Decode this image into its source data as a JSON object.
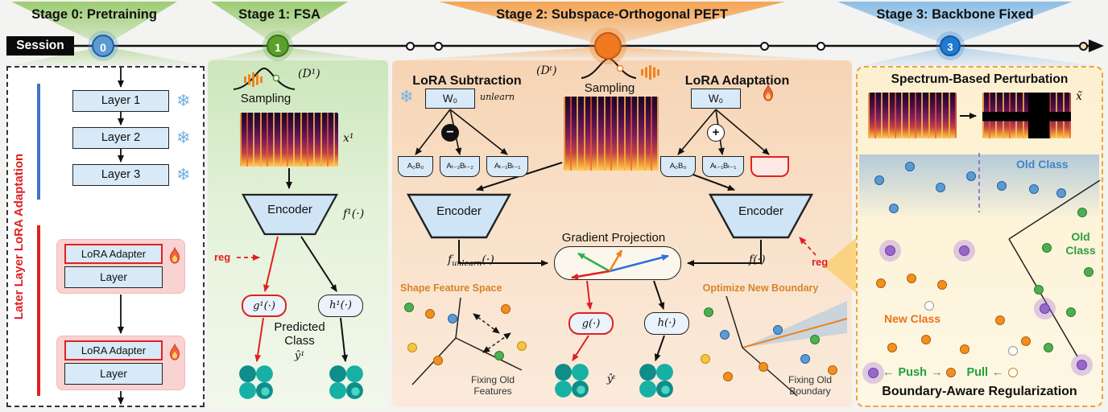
{
  "headers": {
    "s0": "Stage 0: Pretraining",
    "s1": "Stage 1: FSA",
    "s2": "Stage 2: Subspace-Orthogonal PEFT",
    "s3": "Stage 3: Backbone Fixed"
  },
  "timeline": {
    "session": "Session",
    "m0": "0",
    "m1": "1",
    "m3": "3"
  },
  "icons": {
    "snowflake": "❄"
  },
  "stage0": {
    "side_label": "Later Layer LoRA Adaptation",
    "layers": [
      "Layer 1",
      "Layer 2",
      "Layer 3"
    ],
    "blocks": [
      {
        "adapter": "LoRA Adapter",
        "layer": "Layer"
      },
      {
        "adapter": "LoRA Adapter",
        "layer": "Layer"
      }
    ]
  },
  "stage1": {
    "dataset": "(D¹)",
    "sampling": "Sampling",
    "input": "x¹",
    "encoder": "Encoder",
    "encoder_fn": "f¹(·)",
    "reg": "reg",
    "head_left": "g¹(·)",
    "head_right": "h¹(·)",
    "predicted_line1": "Predicted",
    "predicted_line2": "Class",
    "pred_symbol": "ŷ¹"
  },
  "stage2": {
    "subtraction_title": "LoRA Subtraction",
    "adaptation_title": "LoRA Adaptation",
    "dataset": "(Dᵗ)",
    "sampling": "Sampling",
    "w0": "W₀",
    "unlearn": "unlearn",
    "minus": "−",
    "plus": "+",
    "lora_left": [
      "A₀B₀",
      "Aₜ₋₂Bₜ₋₂",
      "Aₜ₋₁Bₜ₋₁"
    ],
    "lora_right": [
      "A₀B₀",
      "Aₜ₋₁Bₜ₋₁"
    ],
    "encoder": "Encoder",
    "fn_base": "f",
    "fn_sub": "unlearn",
    "fn_rest": "(·)",
    "fn_right": "f(·)",
    "grad_projection": "Gradient Projection",
    "reg": "reg",
    "shape_title": "Shape Feature Space",
    "fix_features": "Fixing Old Features",
    "optimize_title": "Optimize New Boundary",
    "fix_boundary": "Fixing Old Boundary",
    "head_left": "g(·)",
    "head_right": "h(·)",
    "pred_symbol": "ŷᵗ"
  },
  "stage3": {
    "title": "Spectrum-Based Perturbation",
    "masked_label": "x̃",
    "old_class_blue": "Old Class",
    "old_class_green": "Old Class",
    "new_class": "New Class",
    "push": "Push",
    "pull": "Pull",
    "arrow_left": "←",
    "arrow_right": "→",
    "footer": "Boundary-Aware Regularization"
  },
  "colors": {
    "accent_green": "#6ab04c",
    "accent_orange": "#f0821e",
    "accent_blue": "#3b82c4",
    "accent_red": "#e02020",
    "teal": "#0f8d8b"
  }
}
